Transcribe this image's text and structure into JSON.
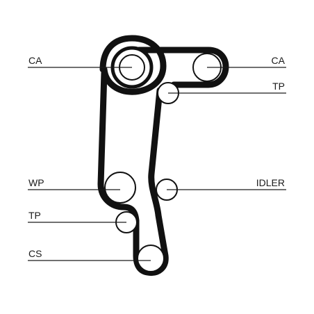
{
  "diagram": {
    "labels": {
      "ca_left": "CA",
      "ca_right": "CA",
      "tp_right": "TP",
      "wp": "WP",
      "idler": "IDLER",
      "tp_left": "TP",
      "cs": "CS"
    },
    "colors": {
      "belt": "#111111",
      "line": "#1a1a1a",
      "background": "#ffffff"
    }
  }
}
